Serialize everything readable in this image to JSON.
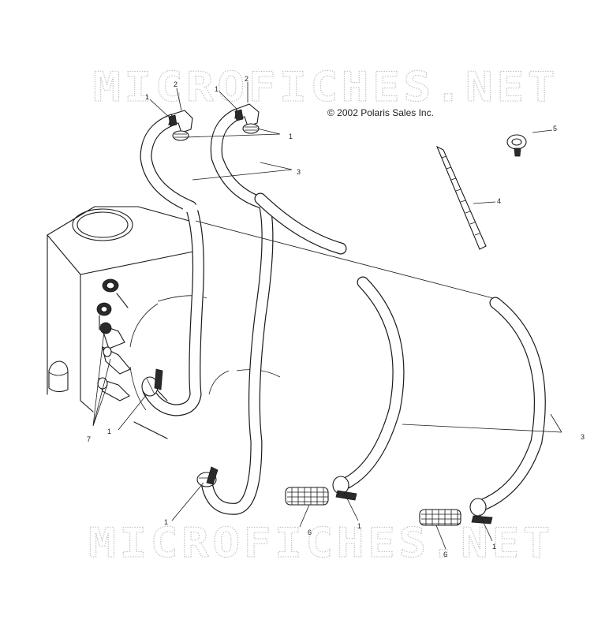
{
  "watermark": {
    "text": "MICROFICHES.NET"
  },
  "copyright": {
    "text": "© 2002 Polaris Sales Inc."
  },
  "callouts": [
    {
      "id": "c1a",
      "text": "1"
    },
    {
      "id": "c2a",
      "text": "2"
    },
    {
      "id": "c1b",
      "text": "1"
    },
    {
      "id": "c2b",
      "text": "2"
    },
    {
      "id": "c1c",
      "text": "1"
    },
    {
      "id": "c3a",
      "text": "3"
    },
    {
      "id": "c5",
      "text": "5"
    },
    {
      "id": "c4",
      "text": "4"
    },
    {
      "id": "c3b",
      "text": "3"
    },
    {
      "id": "c7",
      "text": "7"
    },
    {
      "id": "c1d",
      "text": "1"
    },
    {
      "id": "c1e",
      "text": "1"
    },
    {
      "id": "c6a",
      "text": "6"
    },
    {
      "id": "c1f",
      "text": "1"
    },
    {
      "id": "c6b",
      "text": "6"
    },
    {
      "id": "c1g",
      "text": "1"
    }
  ]
}
